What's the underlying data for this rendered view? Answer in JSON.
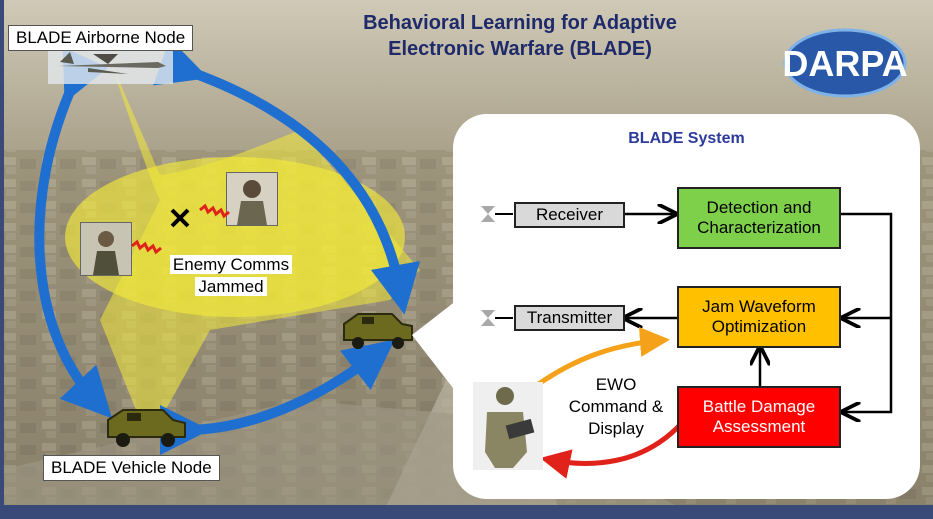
{
  "title": {
    "line1": "Behavioral Learning for Adaptive",
    "line2": "Electronic Warfare (BLADE)"
  },
  "logo": {
    "text": "DARPA"
  },
  "nodes": {
    "airborne": "BLADE Airborne Node",
    "vehicle": "BLADE Vehicle Node"
  },
  "enemy": {
    "line1": "Enemy Comms",
    "line2": "Jammed"
  },
  "system": {
    "title": "BLADE System",
    "receiver": "Receiver",
    "transmitter": "Transmitter",
    "detection": {
      "line1": "Detection and",
      "line2": "Characterization"
    },
    "jam": {
      "line1": "Jam Waveform",
      "line2": "Optimization"
    },
    "bda": {
      "line1": "Battle Damage",
      "line2": "Assessment"
    },
    "ewo": {
      "line1": "EWO",
      "line2": "Command &",
      "line3": "Display"
    }
  },
  "colors": {
    "title_blue": "#1f2a6b",
    "system_title": "#2d3b9b",
    "arrow_blue": "#1f6fd0",
    "coverage_yellow": "#f2ea3a",
    "detection_green": "#7ed04b",
    "jam_orange": "#ffc000",
    "bda_red": "#ff0000",
    "receiver_gray": "#d9d9d9"
  },
  "icons": [
    "uav-icon",
    "humvee-icon",
    "soldier-icon",
    "antenna-icon",
    "jam-x-icon",
    "darpa-logo"
  ]
}
